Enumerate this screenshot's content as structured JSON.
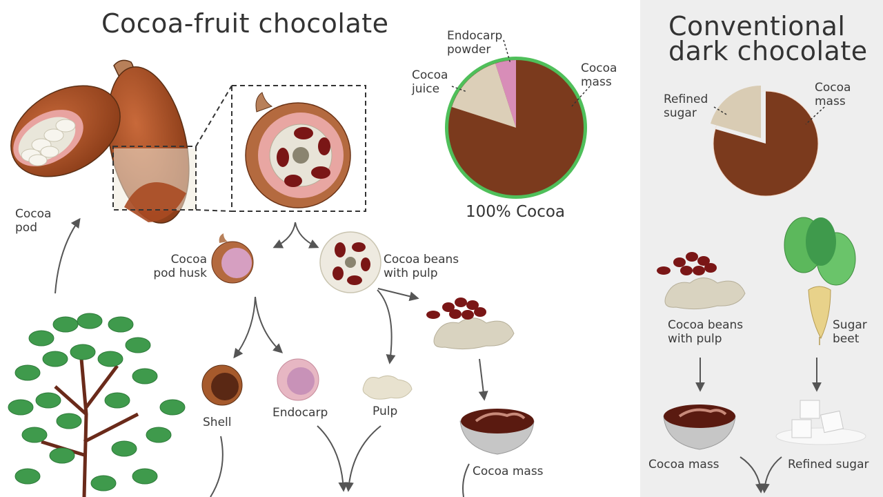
{
  "left_panel": {
    "title": "Cocoa-fruit chocolate",
    "labels": {
      "cocoa_pod": "Cocoa\npod",
      "pod_husk": "Cocoa\npod husk",
      "beans_with_pulp": "Cocoa beans\nwith pulp",
      "shell": "Shell",
      "endocarp": "Endocarp",
      "pulp": "Pulp",
      "cocoa_mass": "Cocoa mass"
    },
    "pie": {
      "caption": "100% Cocoa",
      "labels": {
        "endocarp_powder": "Endocarp\npowder",
        "cocoa_juice": "Cocoa\njuice",
        "cocoa_mass": "Cocoa\nmass"
      }
    }
  },
  "right_panel": {
    "title_line1": "Conventional",
    "title_line2": "dark chocolate",
    "labels": {
      "beans_with_pulp": "Cocoa beans\nwith pulp",
      "sugar_beet": "Sugar\nbeet",
      "cocoa_mass": "Cocoa mass",
      "refined_sugar": "Refined sugar"
    },
    "pie": {
      "labels": {
        "refined_sugar": "Refined\nsugar",
        "cocoa_mass": "Cocoa\nmass"
      }
    }
  },
  "colors": {
    "cocoa_mass": "#7b3a1d",
    "cocoa_juice": "#dccfb8",
    "endocarp_powder": "#d88db8",
    "refined_sugar": "#d9ccb4",
    "pie_ring": "#4fbf5a",
    "right_panel_bg": "#eeeeee",
    "text": "#3a3a3a"
  },
  "chart_data": [
    {
      "type": "pie",
      "title": "Cocoa-fruit chocolate",
      "caption": "100% Cocoa",
      "categories": [
        "Cocoa mass",
        "Cocoa juice",
        "Endocarp powder"
      ],
      "values": [
        80,
        15,
        5
      ],
      "unit": "%"
    },
    {
      "type": "pie",
      "title": "Conventional dark chocolate",
      "categories": [
        "Cocoa mass",
        "Refined sugar"
      ],
      "values": [
        80,
        20
      ],
      "unit": "%",
      "exploded": [
        "Refined sugar"
      ]
    }
  ]
}
